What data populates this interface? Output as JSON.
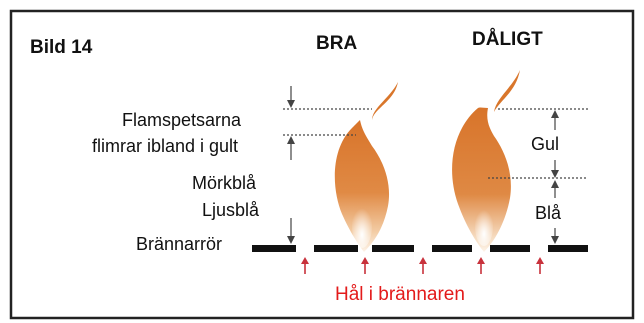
{
  "figure": {
    "number": "Bild 14",
    "heading_good": "BRA",
    "heading_bad": "DÅLIGT"
  },
  "labels": {
    "flame_tips_line1": "Flamspetsarna",
    "flame_tips_line2": "flimrar ibland i gult",
    "dark_blue": "Mörkblå",
    "light_blue": "Ljusblå",
    "burner_tube": "Brännarrör",
    "yellow": "Gul",
    "blue": "Blå",
    "burner_holes": "Hål i brännaren"
  },
  "colors": {
    "frame": "#222222",
    "text": "#111111",
    "burner": "#111111",
    "hole_arrow": "#c8323c",
    "holes_label": "#e31b1b",
    "flame_orange": "#d9762b",
    "flame_light": "#f6d8b8",
    "guide": "#555555"
  }
}
